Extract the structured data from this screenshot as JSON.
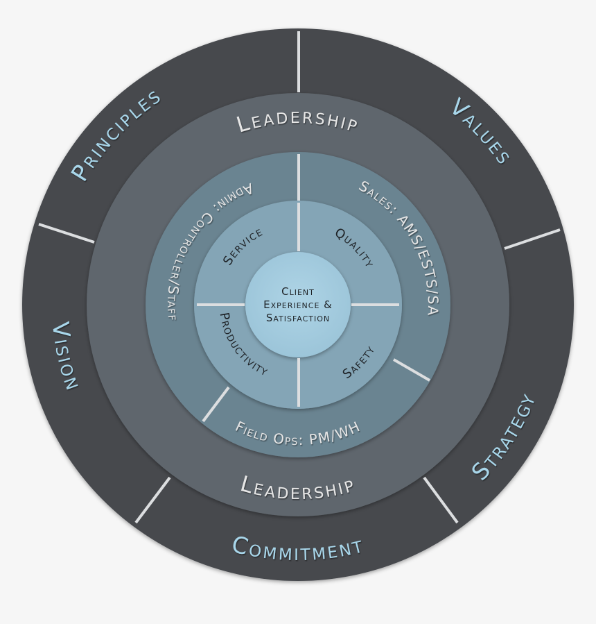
{
  "colors": {
    "background": "#f6f6f6",
    "outer_ring": "#46494e",
    "leadership_ring": "#5f666d",
    "department_ring": "#6b8491",
    "quadrant_ring": "#84a5b6",
    "core": "#a6cde0",
    "outer_text": "#a8d6ea",
    "light_text": "#e6e6e6",
    "dark_text": "#1e2226"
  },
  "outer_ring": {
    "segments": [
      {
        "label": "Principles"
      },
      {
        "label": "Values"
      },
      {
        "label": "Strategy"
      },
      {
        "label": "Commitment"
      },
      {
        "label": "Vision"
      }
    ]
  },
  "leadership_ring": {
    "top_label": "Leadership",
    "bottom_label": "Leadership"
  },
  "department_ring": {
    "segments": [
      {
        "label": "Admin: Controller/Staff"
      },
      {
        "label": "Sales: AMS/ESTS/SA"
      },
      {
        "label": "Field Ops: PM/WH"
      }
    ]
  },
  "quadrant_ring": {
    "segments": [
      {
        "label": "Service"
      },
      {
        "label": "Quality"
      },
      {
        "label": "Safety"
      },
      {
        "label": "Productivity"
      }
    ]
  },
  "core": {
    "lines": [
      "Client",
      "Experience &",
      "Satisfaction"
    ]
  }
}
